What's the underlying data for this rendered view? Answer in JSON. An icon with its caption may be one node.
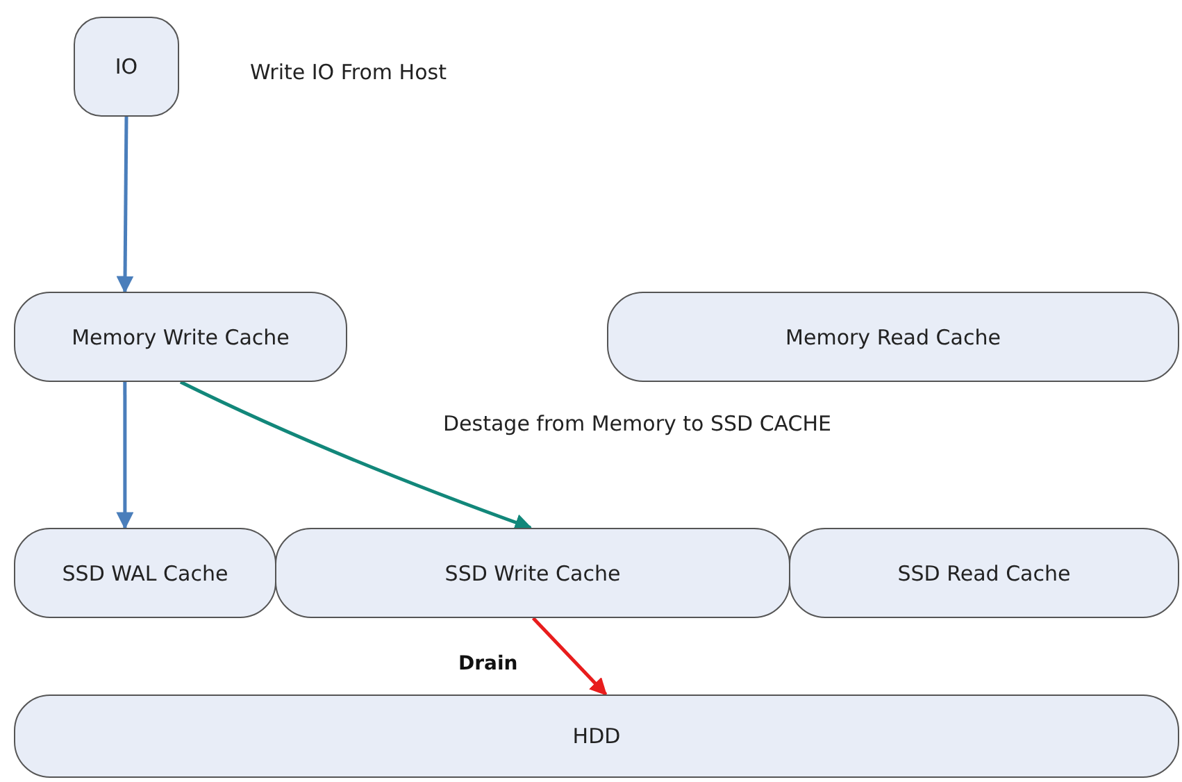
{
  "diagram": {
    "nodes": [
      {
        "text": [
          "IO"
        ],
        "beside": [
          "Write IO From Host"
        ]
      },
      {
        "text": [
          "Memory Write Cache"
        ]
      },
      {
        "text": [
          "Memory Read Cache"
        ]
      },
      {
        "text": [
          "SSD WAL Cache"
        ]
      },
      {
        "text": [
          "SSD Write Cache"
        ]
      },
      {
        "text": [
          "SSD Read Cache"
        ]
      },
      {
        "text": [
          "HDD"
        ]
      }
    ],
    "edges": [
      {
        "from": 0,
        "to": 1,
        "arrow": "to"
      },
      {
        "from": 1,
        "to": 3,
        "arrow": "to"
      },
      {
        "from": 1,
        "to": 4,
        "arrow": "to",
        "color": "#12877a"
      },
      {
        "from": 4,
        "to": 6,
        "arrow": "to",
        "label": "Drain",
        "color": "#e81c1c"
      }
    ],
    "labels": [
      "Destage from Memory to SSD CACHE"
    ]
  }
}
